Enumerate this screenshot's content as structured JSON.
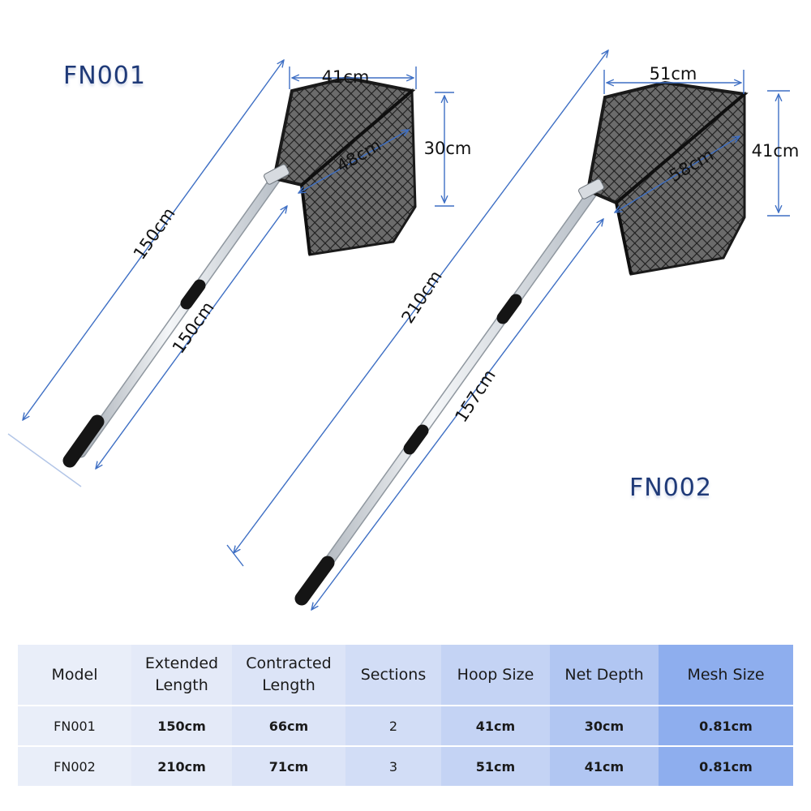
{
  "products": [
    {
      "model": "FN001",
      "dims": {
        "hoop": "41cm",
        "depth": "30cm",
        "diagonal": "48cm",
        "extended": "150cm",
        "handle": "150cm"
      }
    },
    {
      "model": "FN002",
      "dims": {
        "hoop": "51cm",
        "depth": "41cm",
        "diagonal": "58cm",
        "extended": "210cm",
        "handle": "157cm"
      }
    }
  ],
  "table": {
    "headers": [
      "Model",
      "Extended Length",
      "Contracted Length",
      "Sections",
      "Hoop Size",
      "Net Depth",
      "Mesh Size"
    ],
    "rows": [
      [
        "FN001",
        "150cm",
        "66cm",
        "2",
        "41cm",
        "30cm",
        "0.81cm"
      ],
      [
        "FN002",
        "210cm",
        "71cm",
        "3",
        "51cm",
        "41cm",
        "0.81cm"
      ]
    ]
  },
  "colors": {
    "label_blue": "#1f3a78",
    "dimension_line": "#3e6fc4",
    "net_mesh": "#2b2b2b",
    "handle_silver": "#dfe3e8",
    "grip_black": "#151515"
  },
  "icons": [
    "fishing-net-illustration"
  ]
}
